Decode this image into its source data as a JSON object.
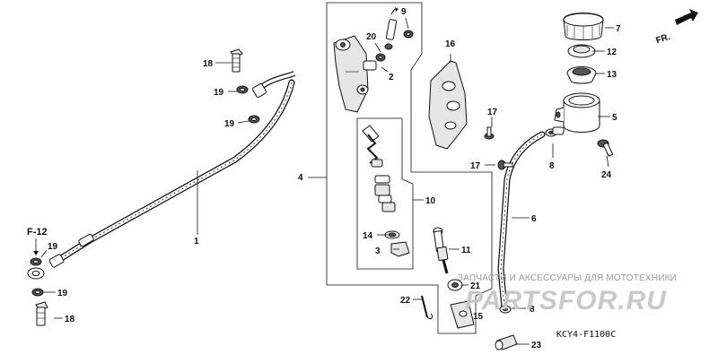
{
  "direction_marker": {
    "text": "FR."
  },
  "reference_label": {
    "text": "F-12"
  },
  "diagram_code": {
    "text": "KCY4-F1100C"
  },
  "watermark": {
    "line": "ЗАПЧАСТИ И АКСЕССУАРЫ ДЛЯ МОТОТЕХНИКИ",
    "brand": "PARTSFOR.RU"
  },
  "callouts": [
    {
      "n": "1"
    },
    {
      "n": "2"
    },
    {
      "n": "3"
    },
    {
      "n": "4"
    },
    {
      "n": "5"
    },
    {
      "n": "6"
    },
    {
      "n": "7"
    },
    {
      "n": "8"
    },
    {
      "n": "8"
    },
    {
      "n": "9"
    },
    {
      "n": "10"
    },
    {
      "n": "11"
    },
    {
      "n": "12"
    },
    {
      "n": "13"
    },
    {
      "n": "14"
    },
    {
      "n": "15"
    },
    {
      "n": "16"
    },
    {
      "n": "17"
    },
    {
      "n": "17"
    },
    {
      "n": "18"
    },
    {
      "n": "18"
    },
    {
      "n": "19"
    },
    {
      "n": "19"
    },
    {
      "n": "19"
    },
    {
      "n": "19"
    },
    {
      "n": "20"
    },
    {
      "n": "21"
    },
    {
      "n": "22"
    },
    {
      "n": "23"
    },
    {
      "n": "24"
    }
  ]
}
